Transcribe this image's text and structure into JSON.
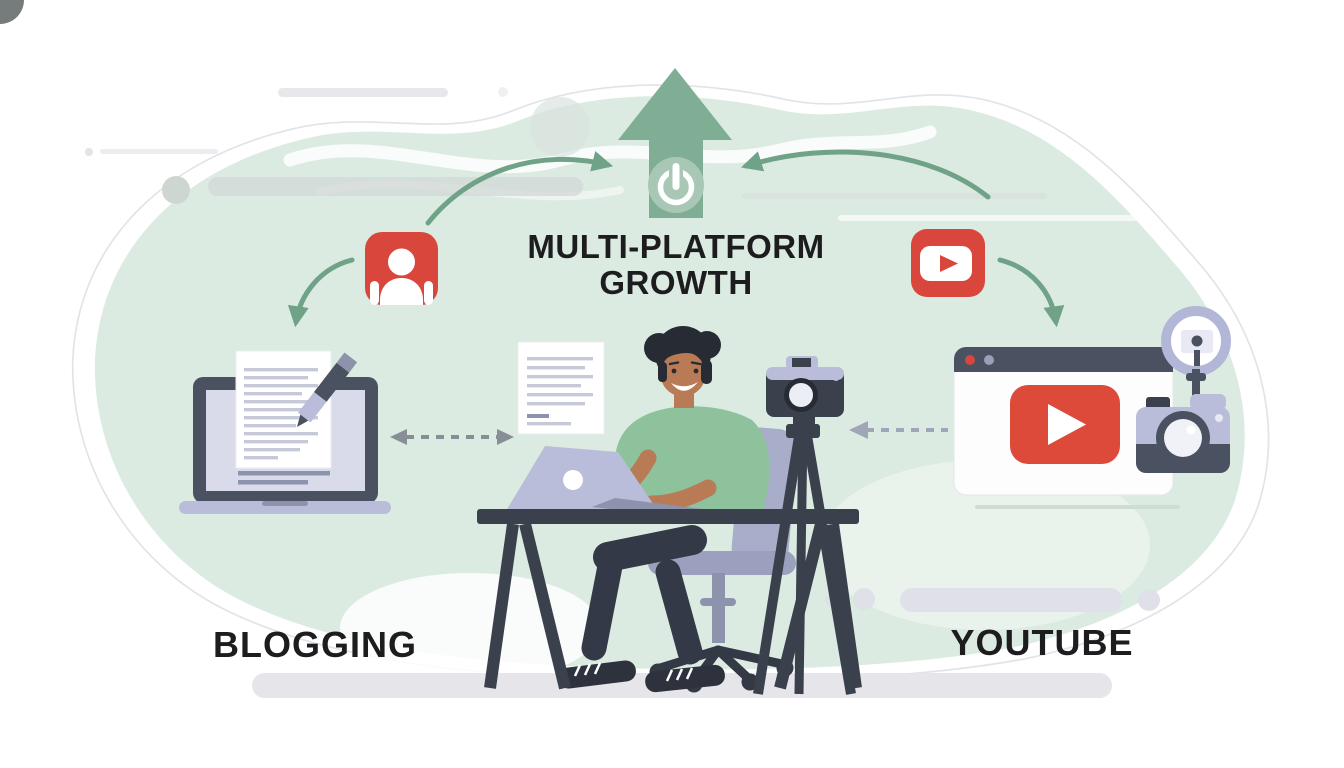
{
  "title": {
    "line1": "MULTI-PLATFORM",
    "line2": "GROWTH"
  },
  "labels": {
    "blogging": "BLOGGING",
    "youtube": "YOUTUBE"
  },
  "icons": {
    "audience_badge": "person-icon",
    "youtube_badge": "youtube-play-icon",
    "growth_symbol": "up-arrow-power-icon",
    "left_scene": "laptop-document-pen-illustration",
    "center_scene": "creator-at-desk-illustration",
    "camera_scene": "camera-on-tripod-illustration",
    "right_scene": "browser-play-ringlight-camera-illustration"
  },
  "colors": {
    "background": "#ffffff",
    "blob_green": "#dcebe2",
    "arrow_green": "#7fae94",
    "curve_green": "#6fa287",
    "icon_red": "#d9473c",
    "play_red": "#dd4a3a",
    "slate_dark": "#434b59",
    "lavender": "#b9bdda",
    "text_dark": "#1d1d1f"
  }
}
